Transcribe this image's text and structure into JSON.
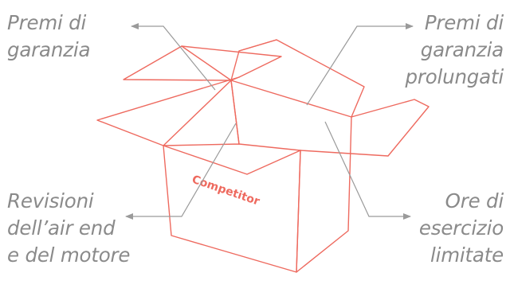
{
  "colors": {
    "box_stroke": "#ee6a5f",
    "arrow": "#9a9a9a",
    "label_text": "#8a8a8a",
    "background": "#ffffff"
  },
  "box": {
    "brand": "Competitor"
  },
  "labels": {
    "top_left": "Premi di\ngaranzia",
    "top_right": "Premi di\ngaranzia\nprolungati",
    "bottom_left": "Revisioni\ndell’air end\ne del motore",
    "bottom_right": "Ore di\nesercizio\nlimitate"
  }
}
